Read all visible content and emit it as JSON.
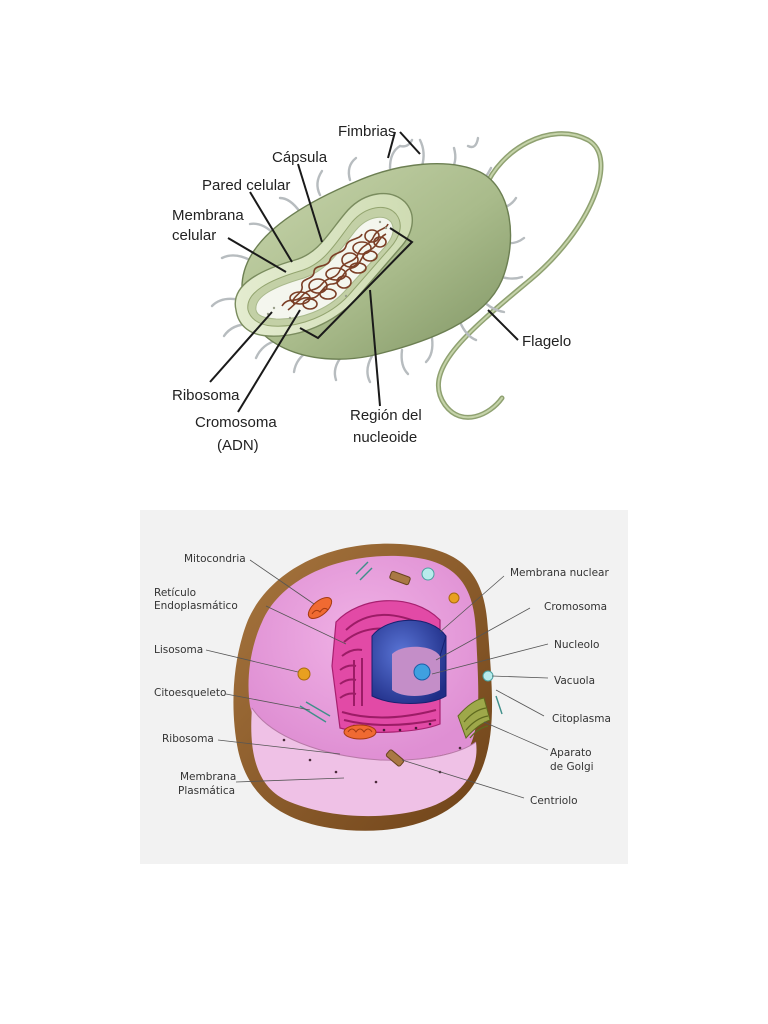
{
  "prokaryote": {
    "labels": {
      "fimbrias": "Fimbrias",
      "capsula": "Cápsula",
      "pared": "Pared celular",
      "membrana_1": "Membrana",
      "membrana_2": "celular",
      "ribosoma": "Ribosoma",
      "cromosoma_1": "Cromosoma",
      "cromosoma_2": "(ADN)",
      "region_1": "Región del",
      "region_2": "nucleoide",
      "flagelo": "Flagelo"
    }
  },
  "eukaryote": {
    "labels": {
      "mitocondria": "Mitocondria",
      "reticulo_1": "Retículo",
      "reticulo_2": "Endoplasmático",
      "lisosoma": "Lisosoma",
      "citoesqueleto": "Citoesqueleto",
      "ribosoma": "Ribosoma",
      "membrana_plasmatica_1": "Membrana",
      "membrana_plasmatica_2": "Plasmática",
      "membrana_nuclear": "Membrana nuclear",
      "cromosoma": "Cromosoma",
      "nucleolo": "Nucleolo",
      "vacuola": "Vacuola",
      "citoplasma": "Citoplasma",
      "golgi_1": "Aparato",
      "golgi_2": "de Golgi",
      "centriolo": "Centriolo"
    }
  },
  "colors": {
    "bacteria_body": "#a7b98a",
    "bacteria_wall": "#dde8c6",
    "flagellum": "#8fa171",
    "dna": "#7b3f26",
    "cell_wall_brown": "#8a5a2b",
    "cytoplasm_pink": "#e49ad6",
    "er_magenta": "#d83c9d",
    "nucleus_blue": "#2f3f9c",
    "nucleolus": "#3fa0e0"
  }
}
